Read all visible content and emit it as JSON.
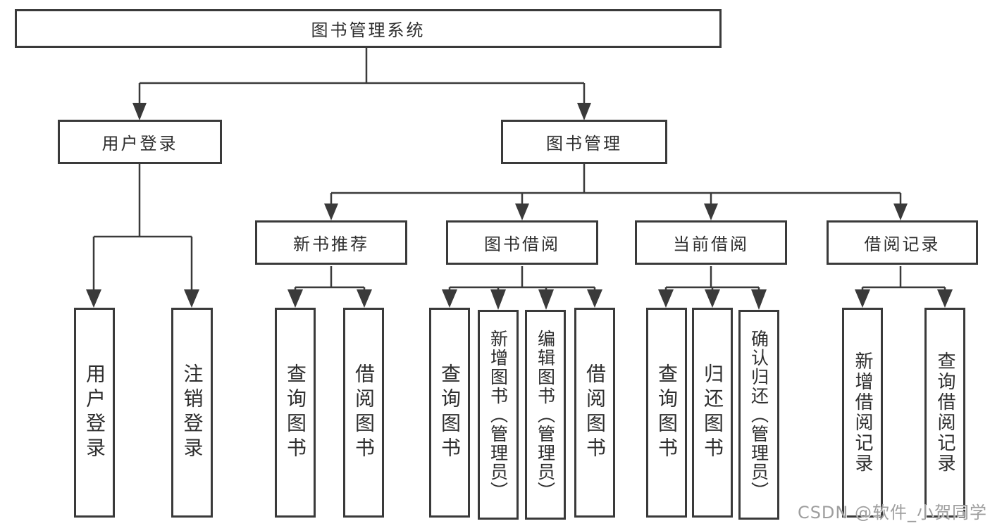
{
  "colors": {
    "line": "#3a3a3a",
    "box_border": "#3a3a3a",
    "text": "#2e2e2e",
    "watermark": "#9e9e9e",
    "background": "#ffffff"
  },
  "watermark": "CSDN @软件_小贺同学",
  "tree": {
    "root": "图书管理系统",
    "user_login": {
      "label": "用户登录",
      "children": [
        "用户登录",
        "注销登录"
      ]
    },
    "book_management": {
      "label": "图书管理",
      "sections": {
        "new_books": {
          "label": "新书推荐",
          "children": [
            "查询图书",
            "借阅图书"
          ]
        },
        "borrowing": {
          "label": "图书借阅",
          "children": [
            "查询图书",
            "新增图书（管理员）",
            "编辑图书（管理员）",
            "借阅图书"
          ]
        },
        "current": {
          "label": "当前借阅",
          "children": [
            "查询图书",
            "归还图书",
            "确认归还（管理员）"
          ]
        },
        "records": {
          "label": "借阅记录",
          "children": [
            "新增借阅记录",
            "查询借阅记录"
          ]
        }
      }
    }
  }
}
